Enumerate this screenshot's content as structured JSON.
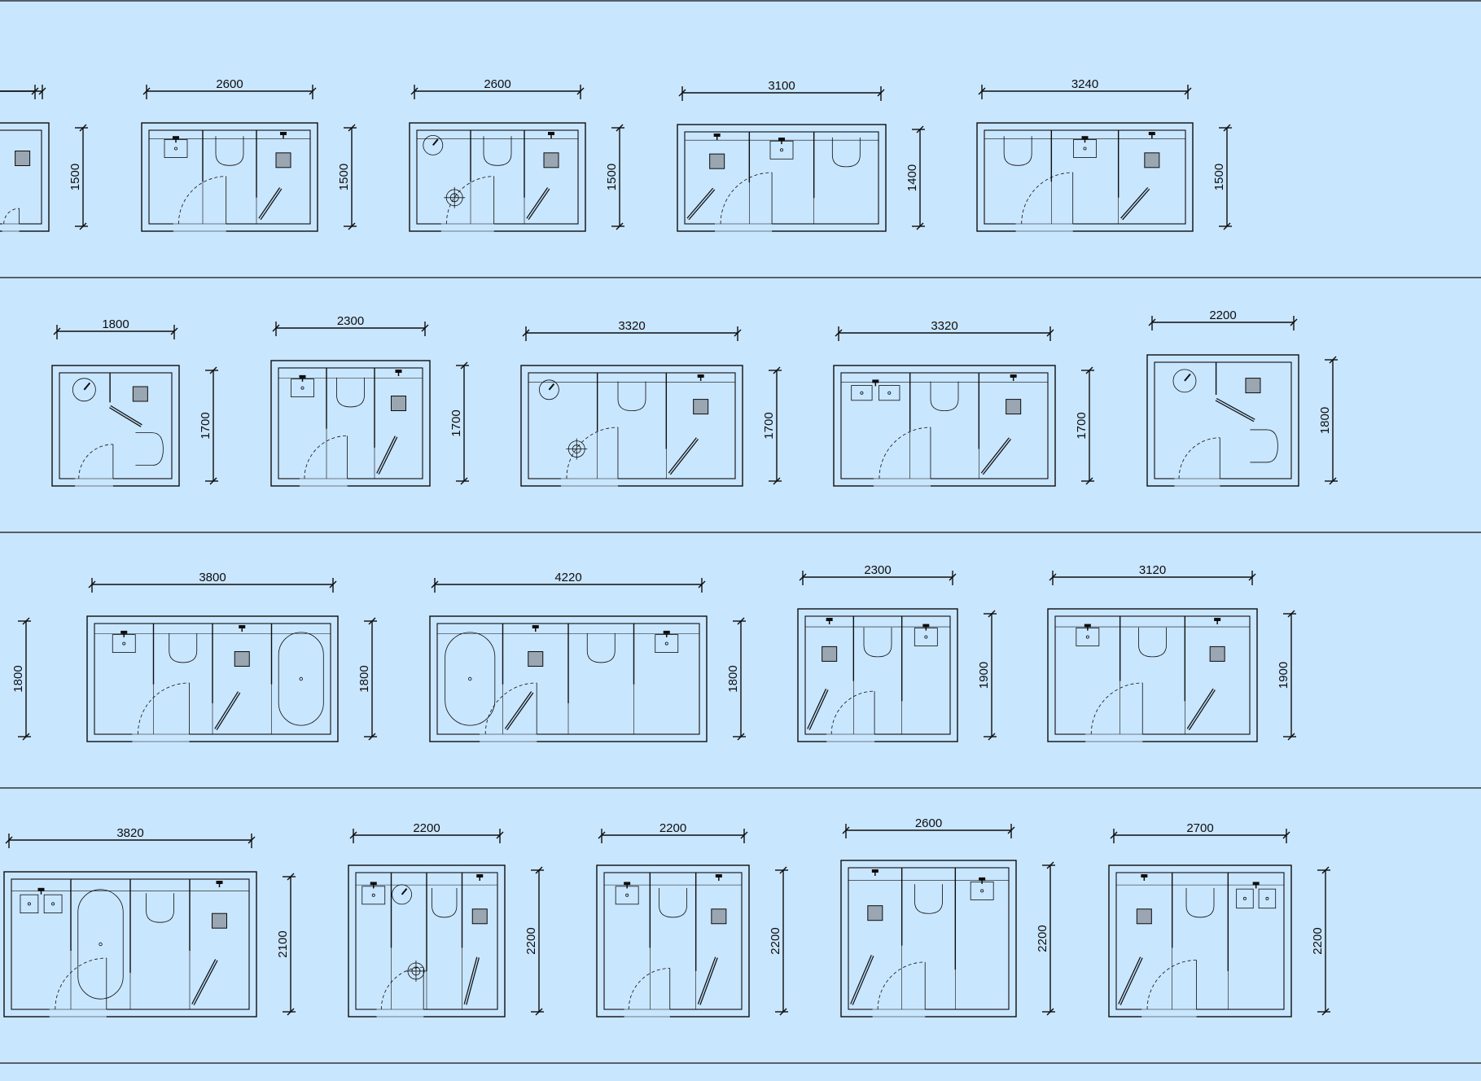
{
  "rows": [
    {
      "plans": [
        {
          "id": "r1p0",
          "width_label": "",
          "height_label": "1500",
          "layout": "shower_only"
        },
        {
          "id": "r1p1",
          "width_label": "2600",
          "height_label": "1500",
          "layout": "vanity_toilet_shower"
        },
        {
          "id": "r1p2",
          "width_label": "2600",
          "height_label": "1500",
          "layout": "basin_toilet_shower"
        },
        {
          "id": "r1p3",
          "width_label": "3100",
          "height_label": "1400",
          "layout": "shower_vanity_toilet"
        },
        {
          "id": "r1p4",
          "width_label": "3240",
          "height_label": "1500",
          "layout": "toilet_vanity_shower"
        }
      ]
    },
    {
      "plans": [
        {
          "id": "r2p0",
          "width_label": "1800",
          "height_label": "1700",
          "layout": "corner_basin"
        },
        {
          "id": "r2p1",
          "width_label": "2300",
          "height_label": "1700",
          "layout": "vanity_toilet_shower"
        },
        {
          "id": "r2p2",
          "width_label": "3320",
          "height_label": "1700",
          "layout": "basin_toilet_shower"
        },
        {
          "id": "r2p3",
          "width_label": "3320",
          "height_label": "1700",
          "layout": "double_vanity_toilet_shower"
        },
        {
          "id": "r2p4",
          "width_label": "2200",
          "height_label": "1800",
          "layout": "corner_basin"
        }
      ]
    },
    {
      "plans": [
        {
          "id": "r3p0",
          "width_label": "",
          "height_label": "1800",
          "layout": "partial"
        },
        {
          "id": "r3p1",
          "width_label": "3800",
          "height_label": "1800",
          "layout": "vanity_toilet_shower_bath"
        },
        {
          "id": "r3p2",
          "width_label": "4220",
          "height_label": "1800",
          "layout": "bath_shower_toilet_vanity"
        },
        {
          "id": "r3p3",
          "width_label": "2300",
          "height_label": "1900",
          "layout": "shower_toilet_vanity"
        },
        {
          "id": "r3p4",
          "width_label": "3120",
          "height_label": "1900",
          "layout": "vanity_toilet_shower"
        }
      ]
    },
    {
      "plans": [
        {
          "id": "r4p0",
          "width_label": "3820",
          "height_label": "2100",
          "layout": "double_vanity_bath_toilet_shower"
        },
        {
          "id": "r4p1",
          "width_label": "2200",
          "height_label": "2200",
          "layout": "vanity_basin_toilet_shower"
        },
        {
          "id": "r4p2",
          "width_label": "2200",
          "height_label": "2200",
          "layout": "vanity_toilet_shower"
        },
        {
          "id": "r4p3",
          "width_label": "2600",
          "height_label": "2200",
          "layout": "shower_toilet_vanity"
        },
        {
          "id": "r4p4",
          "width_label": "2700",
          "height_label": "2200",
          "layout": "shower_toilet_double_vanity"
        }
      ]
    }
  ],
  "colors": {
    "background": "#c9e6ff",
    "line": "#0d0d0d",
    "fixture_fill": "#b9d6ee"
  }
}
